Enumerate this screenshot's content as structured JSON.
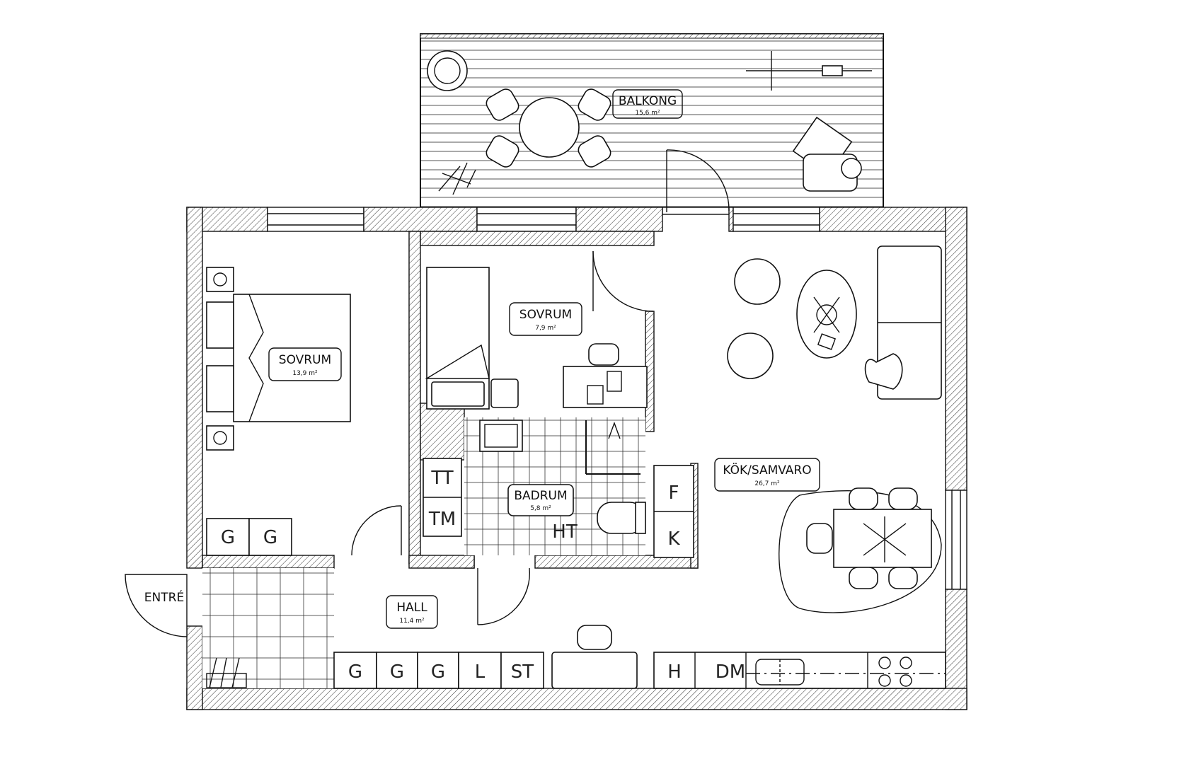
{
  "rooms": {
    "balkong": {
      "name": "BALKONG",
      "area": "15,6 m²"
    },
    "sovrum1": {
      "name": "SOVRUM",
      "area": "13,9 m²"
    },
    "sovrum2": {
      "name": "SOVRUM",
      "area": "7,9 m²"
    },
    "badrum": {
      "name": "BADRUM",
      "area": "5,8 m²"
    },
    "kok": {
      "name": "KÖK/SAMVARO",
      "area": "26,7 m²"
    },
    "hall": {
      "name": "HALL",
      "area": "11,4 m²"
    },
    "entre": {
      "name": "ENTRÉ"
    }
  },
  "codes": {
    "bed_g1": "G",
    "bed_g2": "G",
    "bath_tt": "TT",
    "bath_tm": "TM",
    "bath_ht": "HT",
    "fridge": "F",
    "freezer": "K",
    "hall_g1": "G",
    "hall_g2": "G",
    "hall_g3": "G",
    "hall_l": "L",
    "hall_st": "ST",
    "kitchen_h": "H",
    "kitchen_dm": "DM"
  }
}
